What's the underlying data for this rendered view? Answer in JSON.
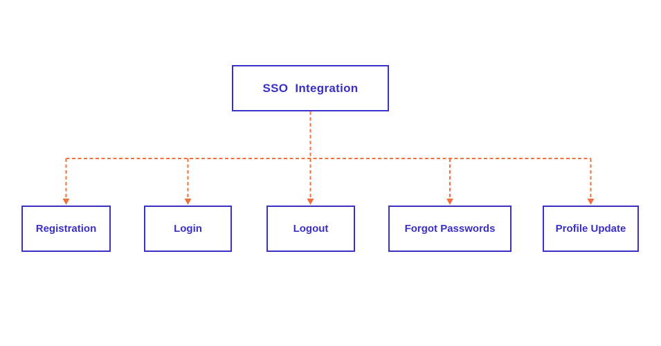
{
  "diagram": {
    "type": "flowchart",
    "root": {
      "label": "SSO  Integration"
    },
    "children": [
      {
        "id": "registration",
        "label": "Registration"
      },
      {
        "id": "login",
        "label": "Login"
      },
      {
        "id": "logout",
        "label": "Logout"
      },
      {
        "id": "forgot-passwords",
        "label": "Forgot Passwords"
      },
      {
        "id": "profile-update",
        "label": "Profile Update"
      }
    ],
    "connections": [
      {
        "from": "SSO  Integration",
        "to": "Registration",
        "style": "dashed-arrow"
      },
      {
        "from": "SSO  Integration",
        "to": "Login",
        "style": "dashed-arrow"
      },
      {
        "from": "SSO  Integration",
        "to": "Logout",
        "style": "dashed-arrow"
      },
      {
        "from": "SSO  Integration",
        "to": "Forgot Passwords",
        "style": "dashed-arrow"
      },
      {
        "from": "SSO  Integration",
        "to": "Profile Update",
        "style": "dashed-arrow"
      }
    ],
    "colors": {
      "node_border": "#3b30c8",
      "node_text": "#3a2fc4",
      "connector": "#f2703d",
      "background": "#ffffff"
    }
  }
}
